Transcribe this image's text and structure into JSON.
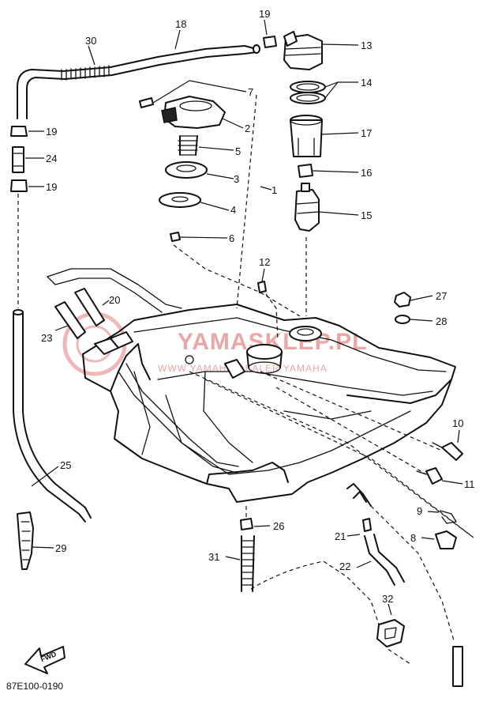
{
  "diagram": {
    "callouts": [
      "1",
      "2",
      "3",
      "4",
      "5",
      "6",
      "7",
      "8",
      "9",
      "10",
      "11",
      "12",
      "13",
      "14",
      "15",
      "16",
      "17",
      "18",
      "19",
      "20",
      "21",
      "22",
      "23",
      "24",
      "25",
      "26",
      "27",
      "28",
      "29",
      "30",
      "31",
      "32"
    ],
    "callout_19_repeat": "19",
    "callout_14_repeat": "14",
    "drawing_code": "87E100-0190",
    "arrow_label": "FWD",
    "watermark": {
      "main": "YAMASKLEP.PL",
      "sub": "WWW.YAMAHA.DEALER YAMAHA"
    }
  }
}
